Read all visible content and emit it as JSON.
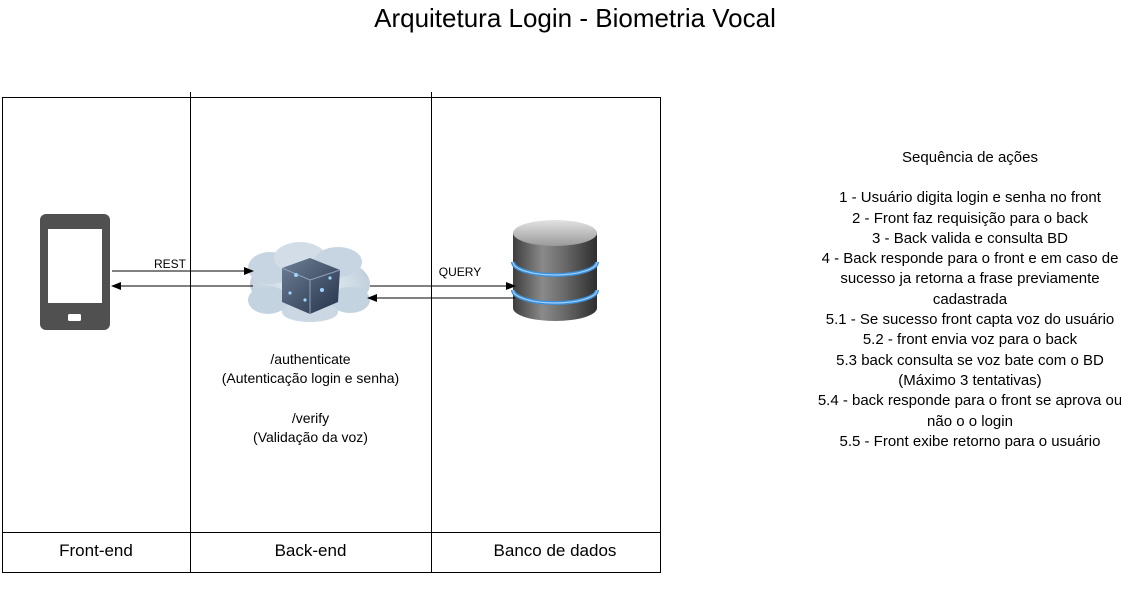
{
  "title": "Arquitetura Login - Biometria Vocal",
  "columns": [
    "Front-end",
    "Back-end",
    "Banco de dados"
  ],
  "arrows": {
    "rest_label": "REST",
    "query_label": "QUERY"
  },
  "backend_notes": {
    "authenticate_path": "/authenticate",
    "authenticate_desc": "(Autenticação login e senha)",
    "verify_path": "/verify",
    "verify_desc": "(Validação da voz)"
  },
  "sequence": {
    "title": "Sequência de ações",
    "steps": [
      "1 - Usuário digita login e senha no front",
      "2 - Front faz requisição para o back",
      "3 - Back valida e consulta BD",
      "4 - Back responde para o front e em caso de sucesso ja retorna a frase previamente cadastrada",
      "5.1 - Se sucesso front capta voz do usuário",
      "5.2 - front envia voz para o back",
      "5.3 back consulta se voz bate com o BD (Máximo 3 tentativas)",
      "5.4 - back responde para o front se aprova ou não o o login",
      "5.5 - Front exibe retorno para o usuário"
    ]
  },
  "colors": {
    "phone": "#505050",
    "db_dark": "#5a5a5a",
    "db_light": "#b8b8b8",
    "db_ring": "#3d8fd6",
    "cloud": "#c9d7e2",
    "cloud_core": "#3a4a60"
  },
  "icons": [
    "smartphone-icon",
    "cloud-server-icon",
    "database-icon"
  ]
}
